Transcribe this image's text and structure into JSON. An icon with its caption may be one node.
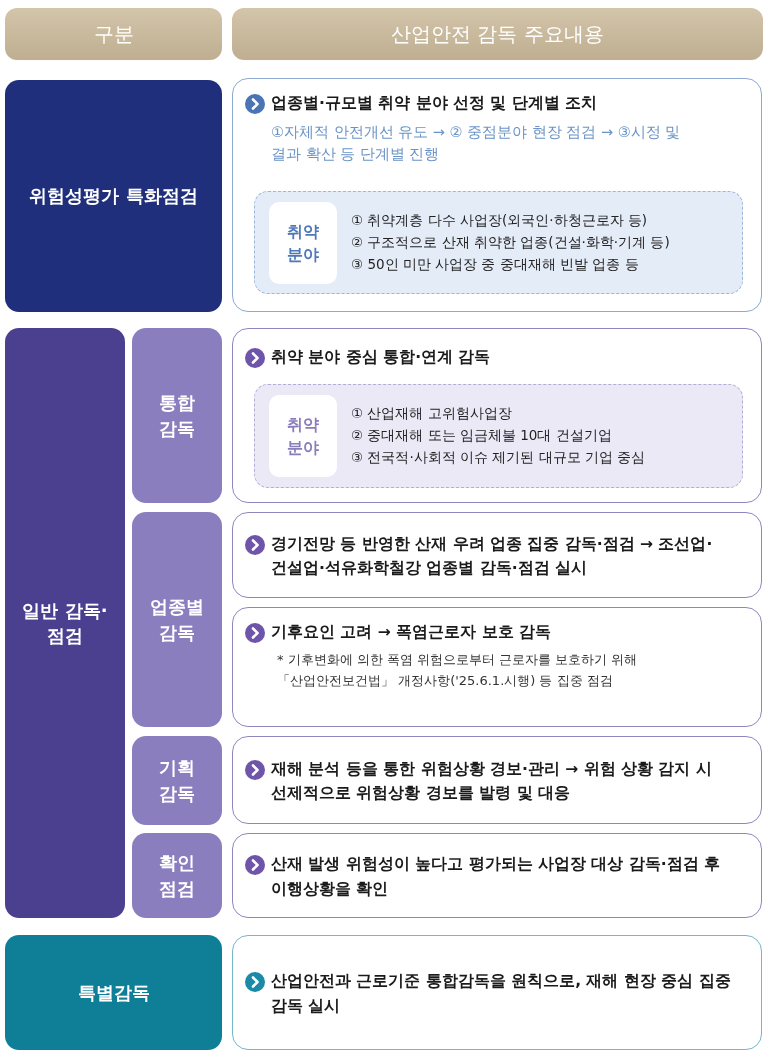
{
  "diagram": {
    "nodes": [
      {
        "text": [
          "구분"
        ]
      },
      {
        "text": [
          "산업안전 감독 주요내용"
        ]
      },
      {
        "text": [
          "위험성평가 특화점검"
        ]
      },
      {
        "text": [
          "업종별·규모별 취약 분야 선정 및 단계별 조치",
          "①자체적 안전개선 유도 → ② 중점분야 현장 점검 → ③시정 및 결과 확산 등 단계별 진행"
        ]
      },
      {
        "text": [
          "① 취약계층 다수 사업장(외국인·하청근로자 등)",
          "② 구조적으로 산재 취약한 업종(건설·화학·기계 등)",
          "③ 50인 미만 사업장 중 중대재해 빈발 업종 등"
        ],
        "in": 3
      },
      {
        "text": [
          "취약 분야"
        ],
        "in": 4
      },
      {
        "text": [
          "일반 감독·점검"
        ]
      },
      {
        "text": [
          "통합 감독"
        ]
      },
      {
        "text": [
          "취약 분야 중심 **통합·연계 감독**"
        ]
      },
      {
        "text": [
          "① 산업재해 고위험사업장",
          "② 중대재해 또는 임금체불 10대 건설기업",
          "③ 전국적·사회적 이슈 제기된 대규모 기업 중심"
        ],
        "in": 8
      },
      {
        "text": [
          "취약 분야"
        ],
        "in": 9
      },
      {
        "text": [
          "업종별 감독"
        ]
      },
      {
        "text": [
          "**경기전망** 등 반영한 산재 우려 업종 집중 감독·점검 → 조선업·건설업·석유화학철강 업종별 감독·점검 실시"
        ]
      },
      {
        "text": [
          "**기후요인** 고려 → 폭염근로자 보호 감독",
          "* 기후변화에 의한 폭염 위험으로부터 근로자를 보호하기 위해 「산업안전보건법」 개정사항('25.6.1.시행) 등 집중 점검"
        ]
      },
      {
        "text": [
          "기획 감독"
        ]
      },
      {
        "text": [
          "재해 분석 등을 통한 위험상황 경보·관리 → 위험 상황 감지 시 선제적으로 **위험상황 경보**를 발령 및 대응"
        ]
      },
      {
        "text": [
          "확인 점검"
        ]
      },
      {
        "text": [
          "산재 발생 위험성이 높다고 평가되는 사업장 대상 **감독·점검 후 이행상황**을 확인"
        ]
      },
      {
        "text": [
          "특별감독"
        ]
      },
      {
        "text": [
          "산업안전과 근로기준 통합감독을 원칙으로, **재해 현장 중심 집중 감독 실시**"
        ]
      }
    ]
  }
}
